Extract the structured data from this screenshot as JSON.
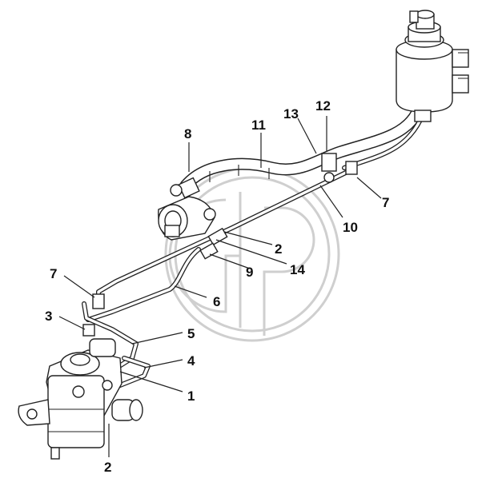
{
  "callouts": [
    {
      "label": "1"
    },
    {
      "label": "2"
    },
    {
      "label": "2"
    },
    {
      "label": "3"
    },
    {
      "label": "4"
    },
    {
      "label": "5"
    },
    {
      "label": "6"
    },
    {
      "label": "7"
    },
    {
      "label": "7"
    },
    {
      "label": "8"
    },
    {
      "label": "9"
    },
    {
      "label": "10"
    },
    {
      "label": "11"
    },
    {
      "label": "12"
    },
    {
      "label": "13"
    },
    {
      "label": "14"
    }
  ]
}
